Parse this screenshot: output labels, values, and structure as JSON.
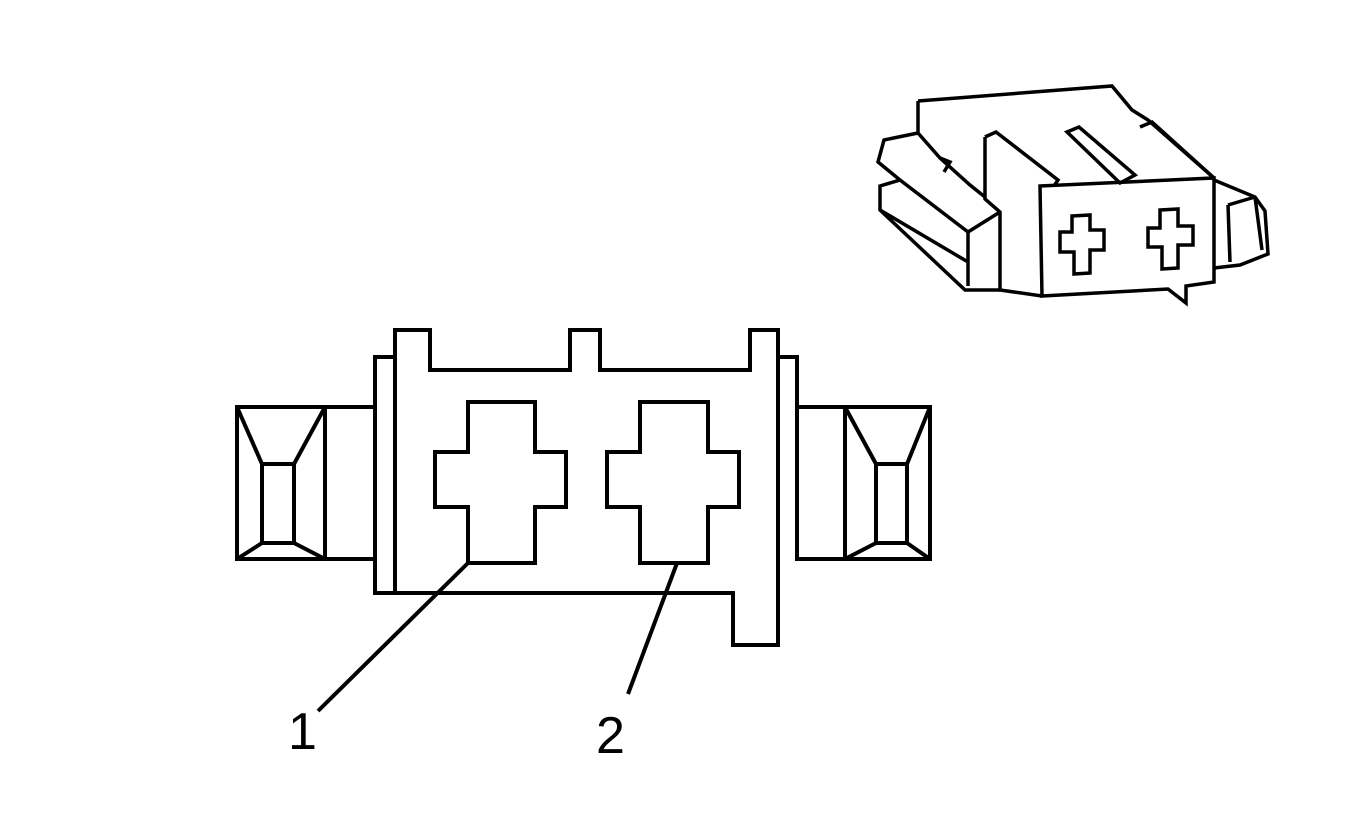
{
  "diagram": {
    "colors": {
      "line": "#000000",
      "background": "#ffffff"
    },
    "callouts": [
      {
        "id": "1",
        "label": "1",
        "refers_to": "terminal-cavity-1"
      },
      {
        "id": "2",
        "label": "2",
        "refers_to": "terminal-cavity-2"
      }
    ],
    "views": [
      "connector-end-view",
      "connector-isometric-view"
    ]
  }
}
